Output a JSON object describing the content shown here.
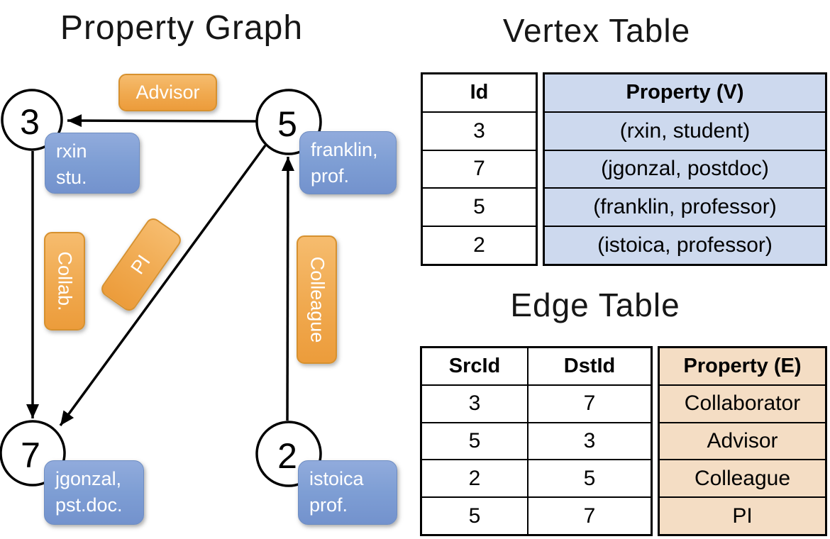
{
  "titles": {
    "graph": "Property Graph",
    "vertex_table": "Vertex Table",
    "edge_table": "Edge Table"
  },
  "graph": {
    "nodes": [
      {
        "id": "3",
        "property_lines": [
          "rxin",
          "stu."
        ]
      },
      {
        "id": "5",
        "property_lines": [
          "franklin,",
          "prof."
        ]
      },
      {
        "id": "7",
        "property_lines": [
          "jgonzal,",
          "pst.doc."
        ]
      },
      {
        "id": "2",
        "property_lines": [
          "istoica",
          "prof."
        ]
      }
    ],
    "edges": [
      {
        "src": "5",
        "dst": "3",
        "label": "Advisor"
      },
      {
        "src": "3",
        "dst": "7",
        "label": "Collab."
      },
      {
        "src": "5",
        "dst": "7",
        "label": "PI"
      },
      {
        "src": "2",
        "dst": "5",
        "label": "Colleague"
      }
    ]
  },
  "vertex_table": {
    "columns": [
      "Id",
      "Property (V)"
    ],
    "rows": [
      [
        "3",
        "(rxin, student)"
      ],
      [
        "7",
        "(jgonzal, postdoc)"
      ],
      [
        "5",
        "(franklin, professor)"
      ],
      [
        "2",
        "(istoica, professor)"
      ]
    ]
  },
  "edge_table": {
    "columns": [
      "SrcId",
      "DstId",
      "Property (E)"
    ],
    "rows": [
      [
        "3",
        "7",
        "Collaborator"
      ],
      [
        "5",
        "3",
        "Advisor"
      ],
      [
        "2",
        "5",
        "Colleague"
      ],
      [
        "5",
        "7",
        "PI"
      ]
    ]
  },
  "colors": {
    "edge_label_fill": "#f0a94f",
    "edge_label_border": "#d7912f",
    "vertex_label_fill": "#7e9ed4",
    "vertex_table_cell_bg": "#cdd9ee",
    "edge_table_cell_bg": "#f4ddc4",
    "line": "#000000"
  }
}
